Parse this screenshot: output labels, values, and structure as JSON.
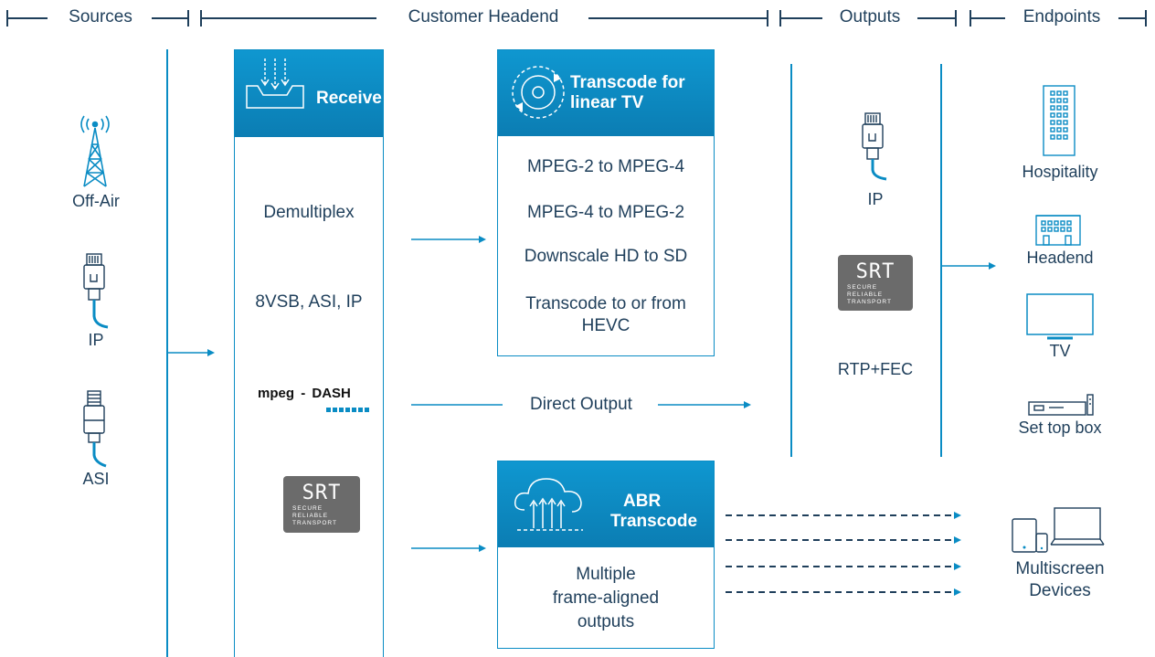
{
  "header": {
    "sources": "Sources",
    "customer_headend": "Customer Headend",
    "outputs": "Outputs",
    "endpoints": "Endpoints"
  },
  "sources": {
    "off_air": "Off-Air",
    "ip": "IP",
    "asi": "ASI"
  },
  "receive": {
    "title": "Receive",
    "demultiplex": "Demultiplex",
    "formats": "8VSB, ASI, IP",
    "mpeg_dash_a": "mpeg",
    "mpeg_dash_b": "-",
    "mpeg_dash_c": "DASH"
  },
  "srt_logo": {
    "text": "SRT",
    "line1": "SECURE",
    "line2": "RELIABLE",
    "line3": "TRANSPORT"
  },
  "transcode_linear": {
    "title_line1": "Transcode for",
    "title_line2": "linear TV",
    "items": [
      "MPEG-2 to MPEG-4",
      "MPEG-4 to MPEG-2",
      "Downscale HD to SD",
      "Transcode to or from",
      "HEVC"
    ]
  },
  "direct_output": "Direct Output",
  "abr": {
    "title_line1": "ABR",
    "title_line2": "Transcode",
    "items": [
      "Multiple",
      "frame-aligned",
      "outputs"
    ]
  },
  "outputs": {
    "ip": "IP",
    "rtp_fec": "RTP+FEC"
  },
  "endpoints": {
    "hospitality": "Hospitality",
    "headend": "Headend",
    "tv": "TV",
    "set_top_box": "Set top box",
    "multiscreen_line1": "Multiscreen",
    "multiscreen_line2": "Devices"
  },
  "colors": {
    "accent": "#0a8cc4",
    "text": "#1f3f5b",
    "srt_grey": "#6b6b6b"
  }
}
